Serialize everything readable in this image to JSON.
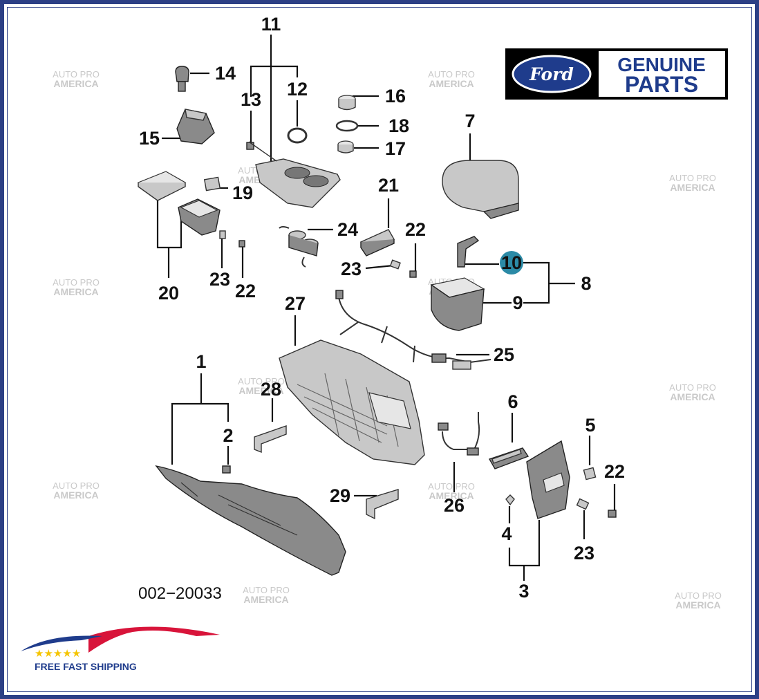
{
  "callouts": [
    {
      "id": "n1",
      "text": "1"
    },
    {
      "id": "n2",
      "text": "2"
    },
    {
      "id": "n3",
      "text": "3"
    },
    {
      "id": "n4",
      "text": "4"
    },
    {
      "id": "n5",
      "text": "5"
    },
    {
      "id": "n6",
      "text": "6"
    },
    {
      "id": "n7",
      "text": "7"
    },
    {
      "id": "n8",
      "text": "8"
    },
    {
      "id": "n9",
      "text": "9"
    },
    {
      "id": "n10",
      "text": "10"
    },
    {
      "id": "n11",
      "text": "11"
    },
    {
      "id": "n12",
      "text": "12"
    },
    {
      "id": "n13",
      "text": "13"
    },
    {
      "id": "n14",
      "text": "14"
    },
    {
      "id": "n15",
      "text": "15"
    },
    {
      "id": "n16",
      "text": "16"
    },
    {
      "id": "n17",
      "text": "17"
    },
    {
      "id": "n18",
      "text": "18"
    },
    {
      "id": "n19",
      "text": "19"
    },
    {
      "id": "n20",
      "text": "20"
    },
    {
      "id": "n21",
      "text": "21"
    },
    {
      "id": "n22a",
      "text": "22"
    },
    {
      "id": "n22b",
      "text": "22"
    },
    {
      "id": "n22c",
      "text": "22"
    },
    {
      "id": "n23a",
      "text": "23"
    },
    {
      "id": "n23b",
      "text": "23"
    },
    {
      "id": "n23c",
      "text": "23"
    },
    {
      "id": "n24",
      "text": "24"
    },
    {
      "id": "n25",
      "text": "25"
    },
    {
      "id": "n26",
      "text": "26"
    },
    {
      "id": "n27",
      "text": "27"
    },
    {
      "id": "n28",
      "text": "28"
    },
    {
      "id": "n29",
      "text": "29"
    }
  ],
  "highlight_callout": "10",
  "diagram_code": "002−20033",
  "brand": {
    "ford_logo": "Ford",
    "badge_line1": "GENUINE",
    "badge_line2": "PARTS"
  },
  "watermark": {
    "line1": "AUTO PRO",
    "line2": "AMERICA"
  },
  "shipping": {
    "stars": "★★★★★",
    "label": "FREE FAST SHIPPING"
  },
  "colors": {
    "frame": "#2c3f86",
    "highlight": "#2b8aa6",
    "badge_blue": "#1f3c8c",
    "swoosh_red": "#d8143a",
    "swoosh_blue": "#1f3c8c",
    "star_yellow": "#f5c400"
  }
}
